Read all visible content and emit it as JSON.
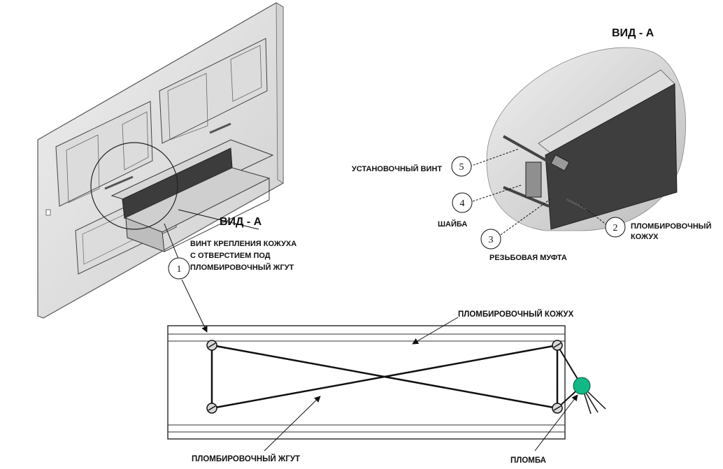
{
  "views": {
    "view_a_main": "ВИД - А",
    "view_a_detail": "ВИД - А"
  },
  "callouts": [
    {
      "num": "1",
      "lines": [
        "ВИНТ КРЕПЛЕНИЯ КОЖУХА",
        "С ОТВЕРСТИЕМ ПОД",
        "ПЛОМБИРОВОЧНЫЙ ЖГУТ"
      ]
    },
    {
      "num": "2",
      "lines": [
        "ПЛОМБИРОВОЧНЫЙ",
        "КОЖУХ"
      ]
    },
    {
      "num": "3",
      "lines": [
        "РЕЗЬБОВАЯ МУФТА"
      ]
    },
    {
      "num": "4",
      "lines": [
        "ШАЙБА"
      ]
    },
    {
      "num": "5",
      "lines": [
        "УСТАНОВОЧНЫЙ ВИНТ"
      ]
    }
  ],
  "bottom_labels": {
    "cover": "ПЛОМБИРОВОЧНЫЙ КОЖУХ",
    "wire": "ПЛОМБИРОВОЧНЫЙ ЖГУТ",
    "seal": "ПЛОМБА"
  },
  "colors": {
    "seal": "#12b886",
    "dark_shroud": "#3c3c3c",
    "panel": "#e6e6e6"
  }
}
